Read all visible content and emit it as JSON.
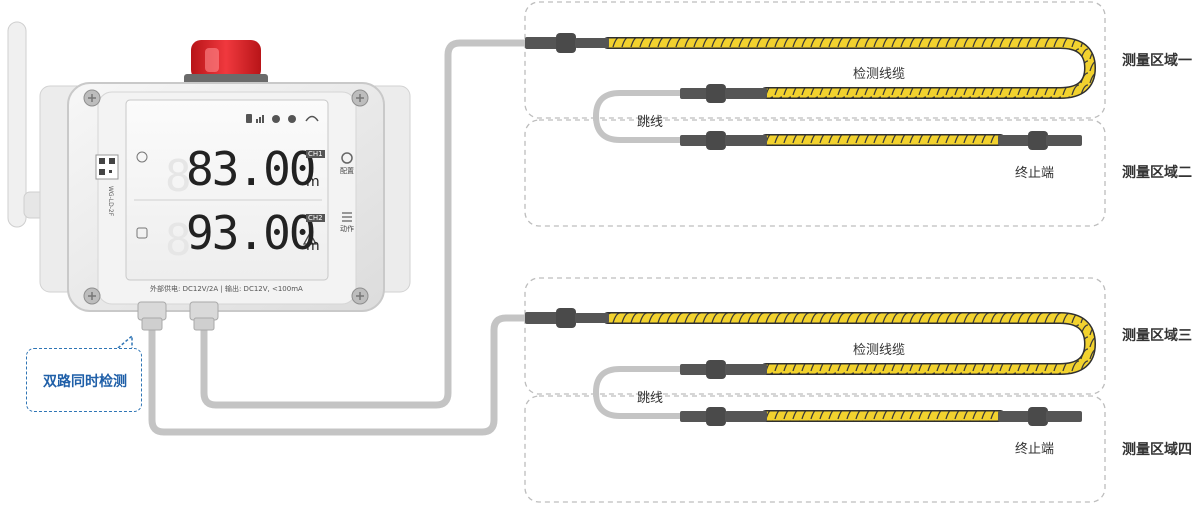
{
  "device": {
    "reading1": "83.00",
    "reading2": "93.00",
    "unit": "m",
    "config_label": "配置",
    "action_label": "动作",
    "tag1": "CH1",
    "tag2": "CH2",
    "footer": "外部供电: DC12V/2A | 输出: DC12V, <100mA",
    "side_text": "WG-LD-2F"
  },
  "callout": {
    "text": "双路同时检测"
  },
  "zones": [
    {
      "label": "测量区域一"
    },
    {
      "label": "测量区域二"
    },
    {
      "label": "测量区域三"
    },
    {
      "label": "测量区域四"
    }
  ],
  "cables": {
    "top": {
      "cable_label": "检测线缆",
      "jumper_label": "跳线",
      "end_label": "终止端"
    },
    "bottom": {
      "cable_label": "检测线缆",
      "jumper_label": "跳线",
      "end_label": "终止端"
    }
  },
  "colors": {
    "cable_yellow": "#f2d22e",
    "connector_grey": "#555555",
    "lead_grey": "#c4c4c4",
    "dash_grey": "#bdbdbd",
    "callout_blue": "#1f5fa8",
    "beacon_red": "#e0262b"
  }
}
